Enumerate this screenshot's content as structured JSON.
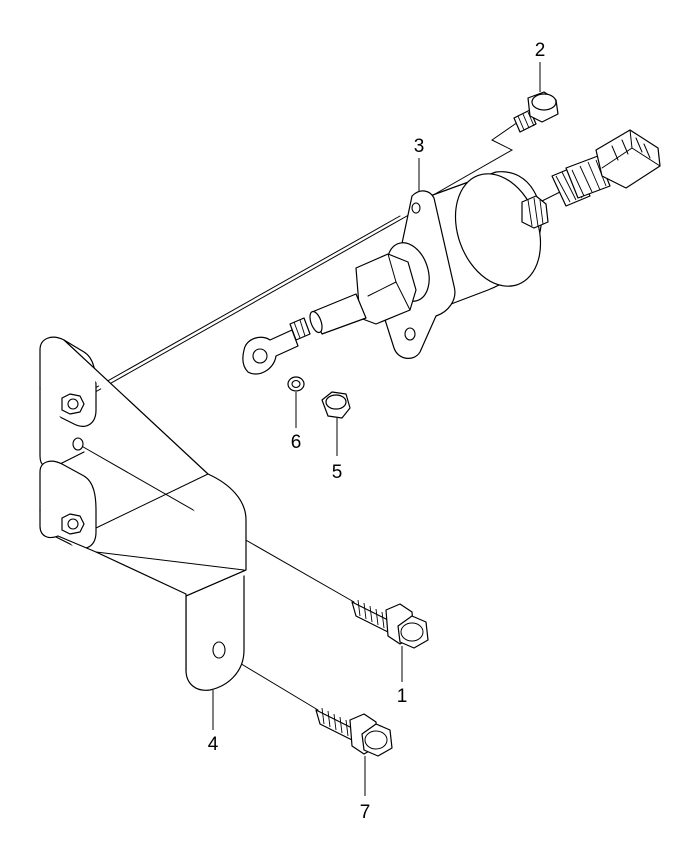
{
  "callouts": [
    {
      "id": "callout-1",
      "label": "1"
    },
    {
      "id": "callout-2",
      "label": "2"
    },
    {
      "id": "callout-3",
      "label": "3"
    },
    {
      "id": "callout-4",
      "label": "4"
    },
    {
      "id": "callout-5",
      "label": "5"
    },
    {
      "id": "callout-6",
      "label": "6"
    },
    {
      "id": "callout-7",
      "label": "7"
    }
  ],
  "colors": {
    "line": "#000000",
    "background": "#ffffff"
  }
}
